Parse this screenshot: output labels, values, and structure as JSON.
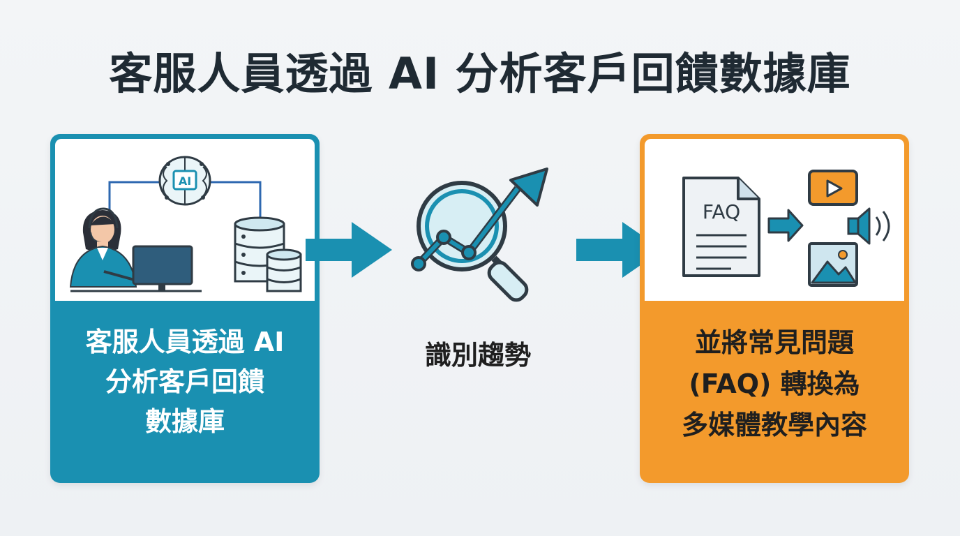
{
  "title": "客服人員透過 AI 分析客戶回饋數據庫",
  "left_card": {
    "lines": [
      "客服人員透過 AI",
      "分析客戶回饋",
      "數據庫"
    ],
    "brain_label": "AI",
    "color": "#1a90b1"
  },
  "middle": {
    "label": "識別趨勢"
  },
  "right_card": {
    "lines": [
      "並將常見問題",
      "(FAQ) 轉換為",
      "多媒體教學內容"
    ],
    "doc_label": "FAQ",
    "color": "#f39a2c"
  },
  "colors": {
    "teal": "#1a90b1",
    "orange": "#f39a2c",
    "dark": "#1f2a33"
  }
}
